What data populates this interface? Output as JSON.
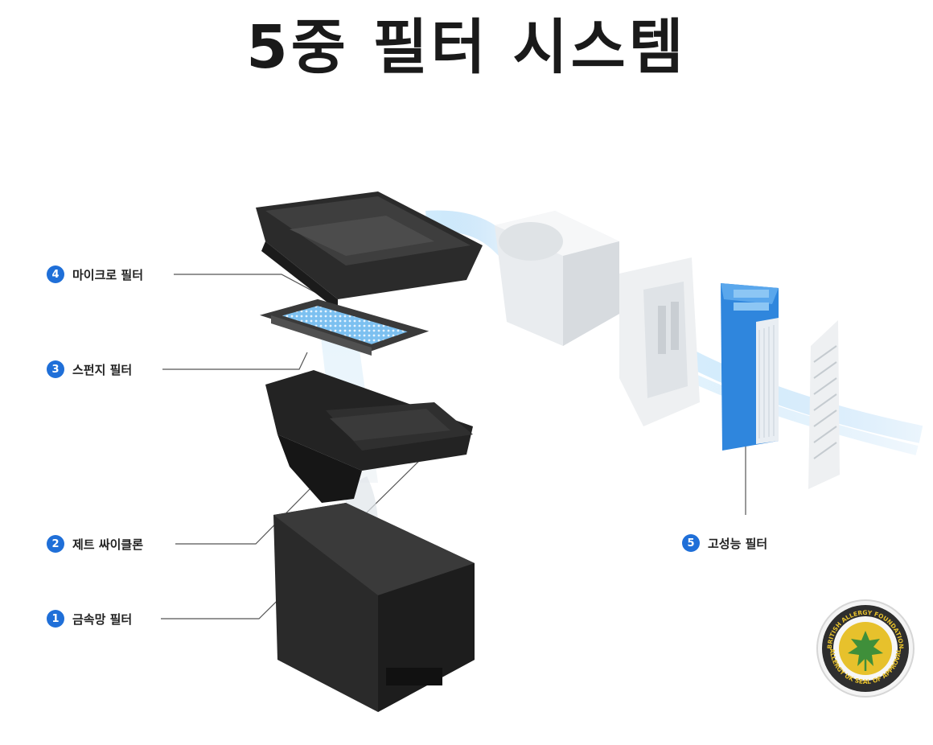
{
  "title": "5중 필터 시스템",
  "callouts": [
    {
      "num": "4",
      "label": "마이크로 필터"
    },
    {
      "num": "3",
      "label": "스펀지 필터"
    },
    {
      "num": "2",
      "label": "제트 싸이클론"
    },
    {
      "num": "1",
      "label": "금속망 필터"
    },
    {
      "num": "5",
      "label": "고성능 필터"
    }
  ],
  "seal": {
    "top_text": "BRITISH ALLERGY FOUNDATION",
    "bottom_text": "ALLERGY UK SEAL OF APPROVAL"
  },
  "colors": {
    "accent_blue": "#1f6fd8",
    "filter_blue": "#2f86dd",
    "airflow": "#9fd0f5",
    "seal_gold": "#e7c12c",
    "seal_leaf": "#3f8f3a"
  }
}
